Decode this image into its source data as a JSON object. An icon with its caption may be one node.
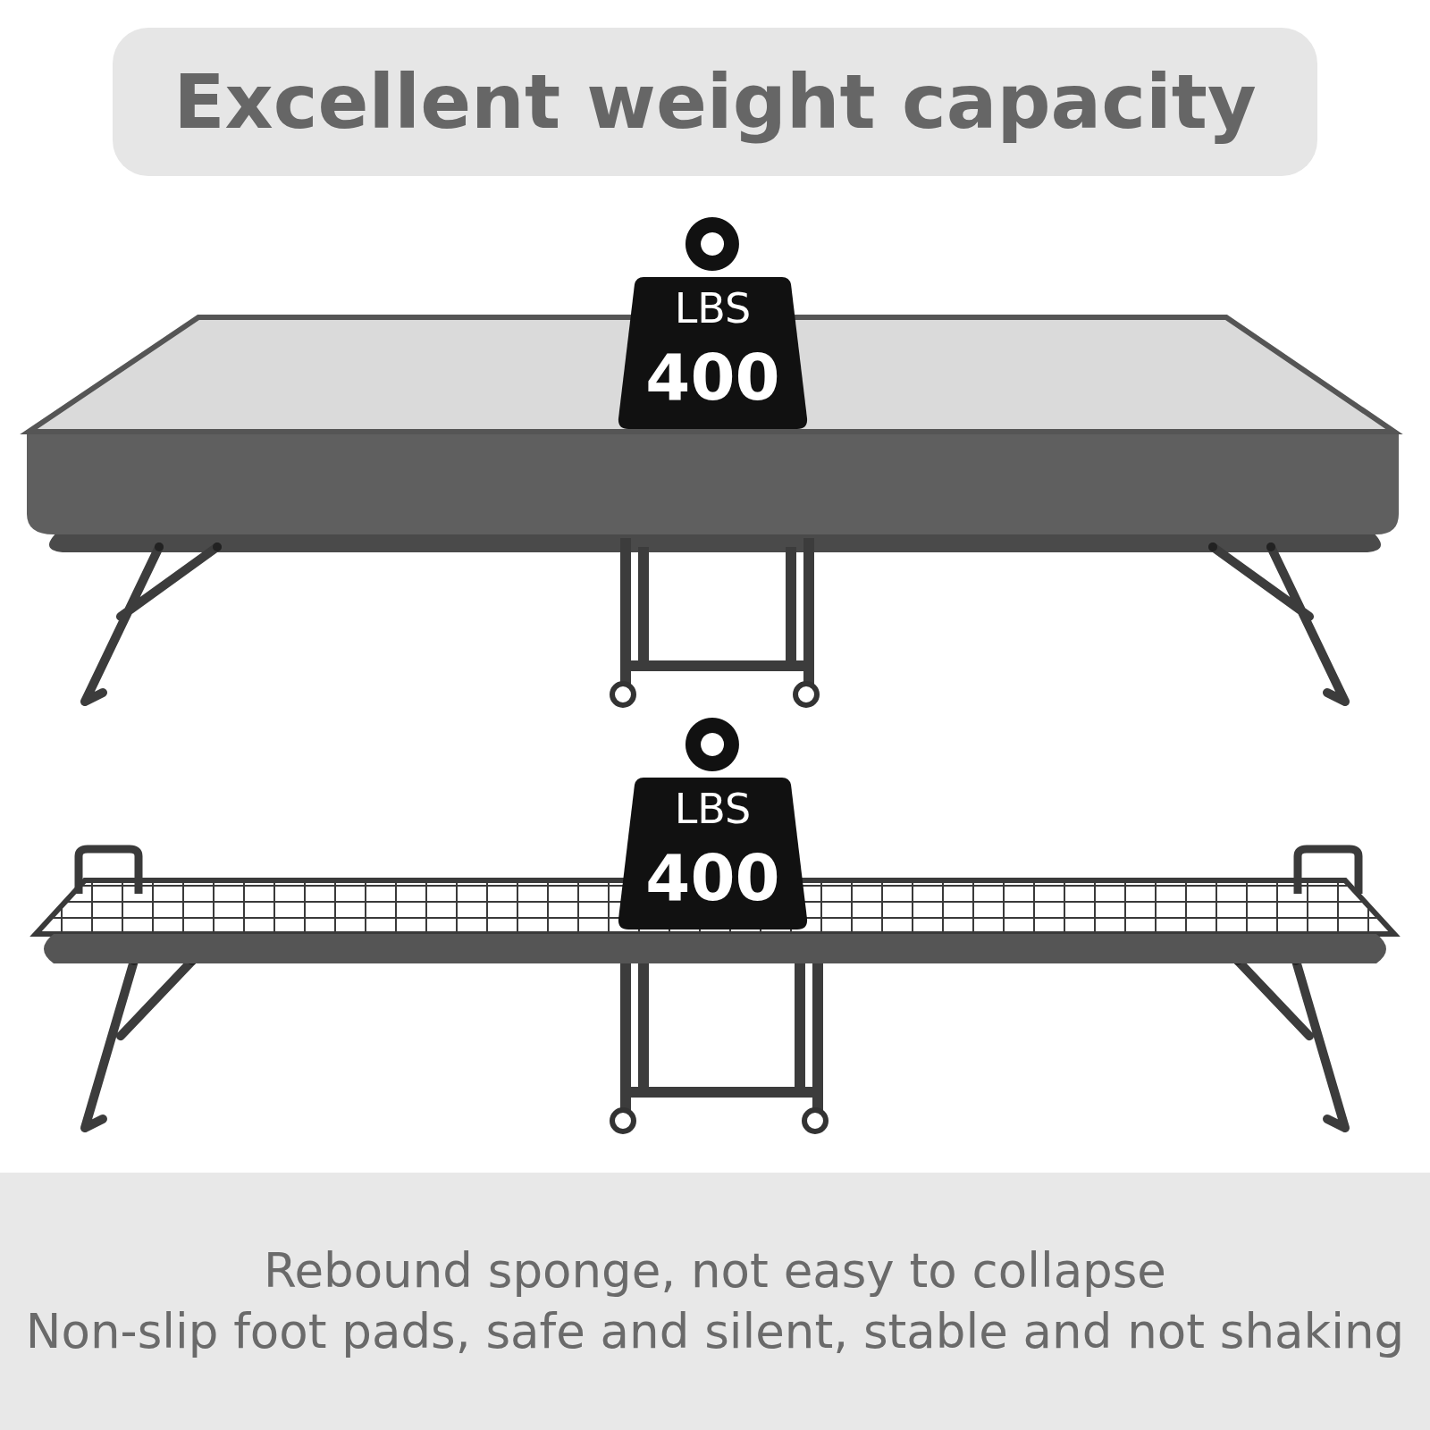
{
  "diagram": {
    "title": "Excellent weight capacity",
    "nodes": [
      {
        "text": [
          "LBS",
          "400"
        ]
      },
      {
        "text": [
          "LBS",
          "400"
        ]
      }
    ],
    "labels": [
      "Rebound sponge, not easy to collapse",
      "Non-slip foot pads, safe and silent, stable and not shaking"
    ]
  }
}
